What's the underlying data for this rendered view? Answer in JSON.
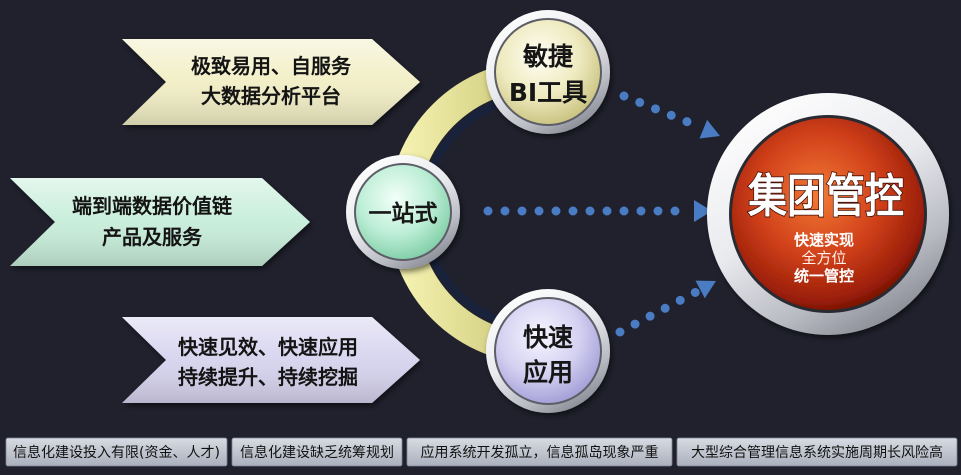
{
  "arrows": [
    {
      "line1": "极致易用、自服务",
      "line2": "大数据分析平台",
      "color": "#f2efc6"
    },
    {
      "line1": "端到端数据价值链",
      "line2": "产品及服务",
      "color": "#c8eedb"
    },
    {
      "line1": "快速见效、快速应用",
      "line2": "持续提升、持续挖掘",
      "color": "#d7d4ef"
    }
  ],
  "nodes": {
    "top": {
      "line1": "敏捷",
      "line2": "BI工具"
    },
    "middle": {
      "label": "一站式"
    },
    "bottom": {
      "line1": "快速",
      "line2": "应用"
    }
  },
  "hub": {
    "title": "集团管控",
    "line1": "快速实现",
    "line2": "全方位",
    "line3": "统一管控"
  },
  "problems": [
    "信息化建设投入有限(资金、人才)",
    "信息化建设缺乏统筹规划",
    "应用系统开发孤立，信息孤岛现象严重",
    "大型综合管理信息系统实施周期长风险高"
  ],
  "colors": {
    "background": "#20212d",
    "dot": "#4a7cc4",
    "arc": "#d8d58a",
    "hub": "#d0401a"
  }
}
